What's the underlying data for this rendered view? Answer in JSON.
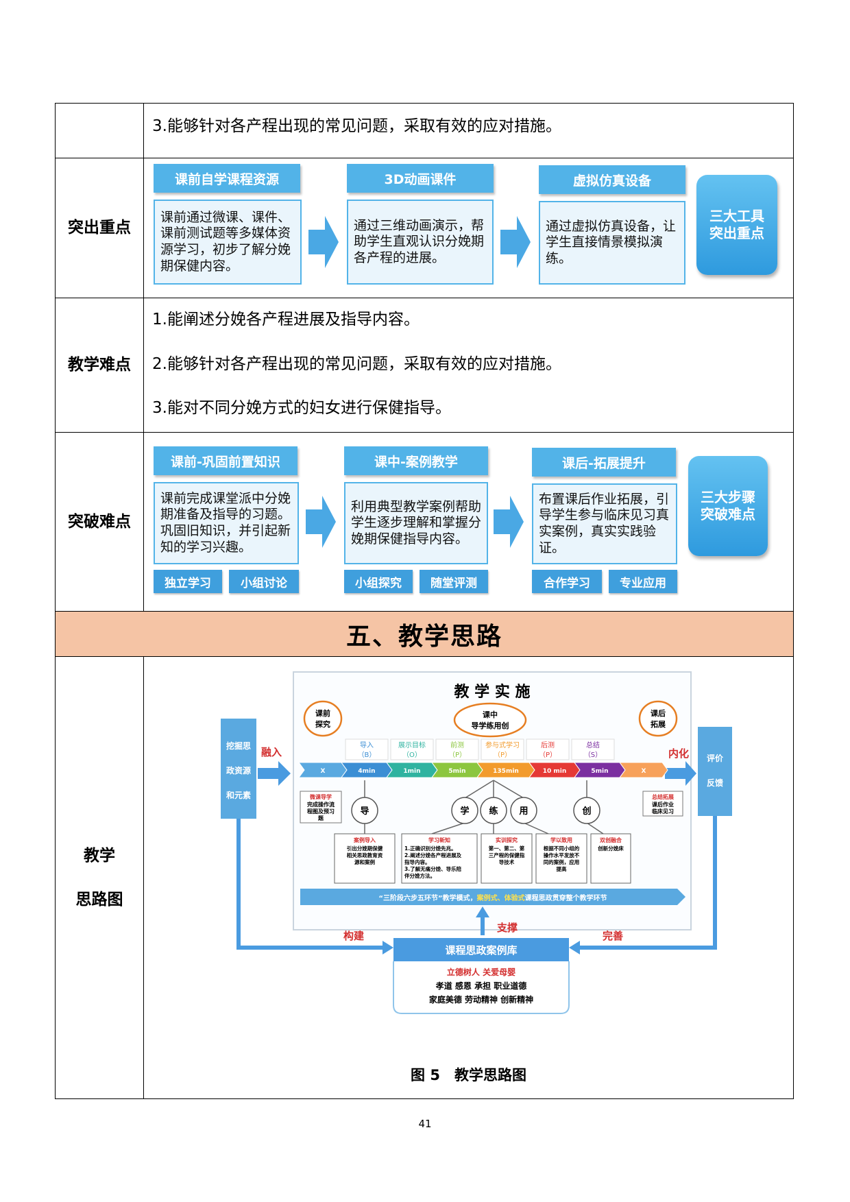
{
  "row1": {
    "text": "3.能够针对各产程出现的常见问题，采取有效的应对措施。"
  },
  "emphasis": {
    "label": "突出重点",
    "steps": [
      {
        "title": "课前自学课程资源",
        "body": "课前通过微课、课件、课前测试题等多媒体资源学习，初步了解分娩期保健内容。"
      },
      {
        "title": "3D动画课件",
        "body": "通过三维动画演示，帮助学生直观认识分娩期各产程的进展。"
      },
      {
        "title": "虚拟仿真设备",
        "body": "通过虚拟仿真设备，让学生直接情景模拟演练。"
      }
    ],
    "button": "三大工具\n突出重点"
  },
  "difficulty": {
    "label": "教学难点",
    "items": [
      "1.能阐述分娩各产程进展及指导内容。",
      "2.能够针对各产程出现的常见问题，采取有效的应对措施。",
      "3.能对不同分娩方式的妇女进行保健指导。"
    ]
  },
  "breakthrough": {
    "label": "突破难点",
    "steps": [
      {
        "title": "课前-巩固前置知识",
        "body": "课前完成课堂派中分娩期准备及指导的习题。巩固旧知识，并引起新知的学习兴趣。",
        "chips": [
          "独立学习",
          "小组讨论"
        ]
      },
      {
        "title": "课中-案例教学",
        "body": "利用典型教学案例帮助学生逐步理解和掌握分娩期保健指导内容。",
        "chips": [
          "小组探究",
          "随堂评测"
        ]
      },
      {
        "title": "课后-拓展提升",
        "body": "布置课后作业拓展，引导学生参与临床见习真实案例，真实实践验证。",
        "chips": [
          "合作学习",
          "专业应用"
        ]
      }
    ],
    "button": "三大步骤\n突破难点"
  },
  "section_title": "五、教学思路",
  "thinking": {
    "label": "教学\n\n思路图",
    "figure": {
      "title": "教 学 实 施",
      "pre": "课前\n探究",
      "mid1": "课中",
      "mid2": "导学练用创",
      "post": "课后\n拓展",
      "left_box": [
        "挖掘思",
        "政资源",
        "和元素"
      ],
      "rongru": "融入",
      "neihua": "内化",
      "right_box": [
        "评价",
        "反馈"
      ],
      "phases": [
        {
          "top": "导入",
          "bot": "（B）"
        },
        {
          "top": "展示目标",
          "bot": "（O）"
        },
        {
          "top": "前测",
          "bot": "（P）"
        },
        {
          "top": "参与式学习",
          "bot": "（P）"
        },
        {
          "top": "后测",
          "bot": "（P）"
        },
        {
          "top": "总结",
          "bot": "（S）"
        }
      ],
      "timeline": [
        "X",
        "4min",
        "1min",
        "5min",
        "135min",
        "10 min",
        "5min",
        "X"
      ],
      "timeline_colors": [
        "#5aa9e0",
        "#3b8ed4",
        "#2fb3a0",
        "#8cc63f",
        "#f29b2d",
        "#e53935",
        "#7b2fa0",
        "#f7a15a"
      ],
      "pre_note": [
        "微课导学",
        "完成操作流",
        "程图及预习",
        "题"
      ],
      "post_note": [
        "总结拓展",
        "课后作业",
        "临床见习"
      ],
      "circles": [
        "导",
        "学",
        "练",
        "用",
        "创"
      ],
      "boxes": [
        {
          "title": "案例导入",
          "lines": [
            "引出分娩期保健",
            "相关思政教育资",
            "源和案例"
          ]
        },
        {
          "title": "学习新知",
          "lines": [
            "1.正确识别分娩先兆。",
            "2.阐述分娩各产程进展及",
            "指导内容。",
            "3.了解无痛分娩、导乐陪",
            "伴分娩方法。"
          ]
        },
        {
          "title": "实训探究",
          "lines": [
            "第一、第二、第",
            "三产程的保健指",
            "导技术"
          ]
        },
        {
          "title": "学以致用",
          "lines": [
            "根据不同小组的",
            "操作水平发放不",
            "同的案例，应用",
            "提高"
          ]
        },
        {
          "title": "双创融合",
          "lines": [
            "创新分娩床"
          ]
        }
      ],
      "banner_pre": "“三阶段六步五环节”教学模式，",
      "banner_red": "案例式、体验式",
      "banner_post": "课程思政贯穿整个教学环节",
      "goujian": "构建",
      "zhicheng": "支撑",
      "wanshan": "完善",
      "lib_title": "课程思政案例库",
      "lib_red": "立德树人 关爱母婴",
      "lib_line2": "孝道 感恩 承担 职业道德",
      "lib_line3": "家庭美德 劳动精神 创新精神"
    },
    "caption": "图 5　教学思路图"
  },
  "page_number": "41"
}
